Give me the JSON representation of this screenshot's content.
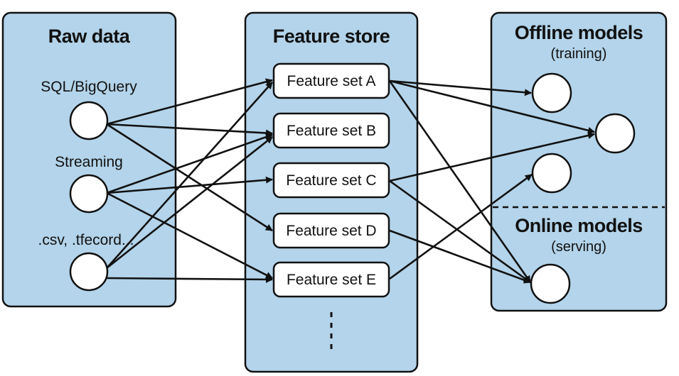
{
  "raw_data": {
    "title": "Raw data",
    "sources": [
      {
        "label": "SQL/BigQuery"
      },
      {
        "label": "Streaming"
      },
      {
        "label": ".csv, .tfecord..."
      }
    ]
  },
  "feature_store": {
    "title": "Feature store",
    "feature_sets": [
      {
        "label": "Feature set A"
      },
      {
        "label": "Feature set B"
      },
      {
        "label": "Feature set C"
      },
      {
        "label": "Feature set D"
      },
      {
        "label": "Feature set E"
      }
    ]
  },
  "models": {
    "offline": {
      "title": "Offline models",
      "subtitle": "(training)"
    },
    "online": {
      "title": "Online models",
      "subtitle": "(serving)"
    }
  },
  "edges": [
    {
      "from": "SQL/BigQuery",
      "to": "Feature set A"
    },
    {
      "from": "SQL/BigQuery",
      "to": "Feature set B"
    },
    {
      "from": "SQL/BigQuery",
      "to": "Feature set D"
    },
    {
      "from": "Streaming",
      "to": "Feature set B"
    },
    {
      "from": "Streaming",
      "to": "Feature set C"
    },
    {
      "from": "Streaming",
      "to": "Feature set E"
    },
    {
      "from": ".csv, .tfecord...",
      "to": "Feature set A"
    },
    {
      "from": ".csv, .tfecord...",
      "to": "Feature set B"
    },
    {
      "from": ".csv, .tfecord...",
      "to": "Feature set E"
    },
    {
      "from": "Feature set A",
      "to": "offline-model-1"
    },
    {
      "from": "Feature set A",
      "to": "offline-model-2"
    },
    {
      "from": "Feature set A",
      "to": "online-model-1"
    },
    {
      "from": "Feature set C",
      "to": "offline-model-2"
    },
    {
      "from": "Feature set C",
      "to": "online-model-1"
    },
    {
      "from": "Feature set D",
      "to": "online-model-1"
    },
    {
      "from": "Feature set E",
      "to": "offline-model-3"
    }
  ]
}
